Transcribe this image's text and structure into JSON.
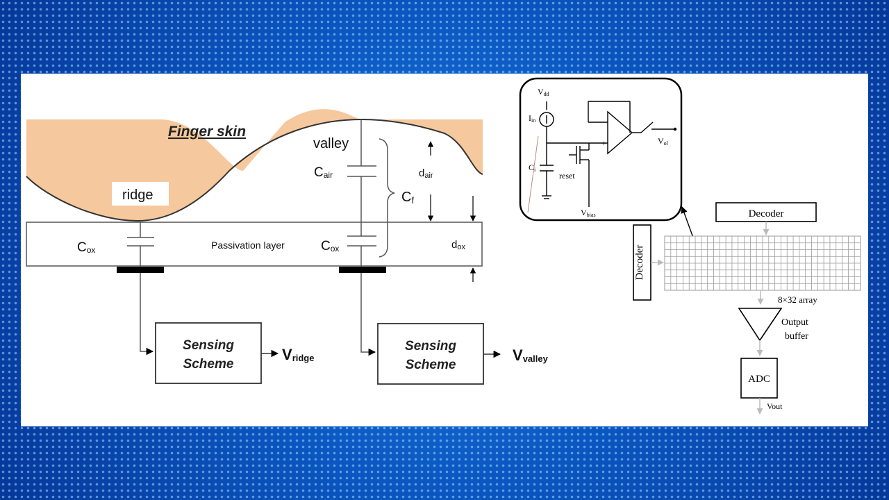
{
  "left_diagram": {
    "finger_skin_label": "Finger skin",
    "valley_label": "valley",
    "ridge_label": "ridge",
    "c_air_main": "C",
    "c_air_sub": "air",
    "c_f_main": "C",
    "c_f_sub": "f",
    "d_air_main": "d",
    "d_air_sub": "air",
    "c_ox_left_main": "C",
    "c_ox_left_sub": "ox",
    "c_ox_right_main": "C",
    "c_ox_right_sub": "ox",
    "d_ox_main": "d",
    "d_ox_sub": "ox",
    "passivation_label": "Passivation layer",
    "sensing_left_line1": "Sensing",
    "sensing_left_line2": "Scheme",
    "sensing_right_line1": "Sensing",
    "sensing_right_line2": "Scheme",
    "v_ridge_main": "V",
    "v_ridge_sub": "ridge",
    "v_valley_main": "V",
    "v_valley_sub": "valley",
    "skin_color": "#f6c89d"
  },
  "right_diagram": {
    "vdd_main": "V",
    "vdd_sub": "dd",
    "i_main": "I",
    "i_sub": "in",
    "c_main": "C",
    "c_sub": "i",
    "reset_label": "reset",
    "vbias_main": "V",
    "vbias_sub": "bias",
    "vout_pixel_main": "V",
    "vout_pixel_sub": "ol",
    "decoder_top": "Decoder",
    "decoder_left": "Decoder",
    "array_label": "8×32 array",
    "buffer_line1": "Output",
    "buffer_line2": "buffer",
    "adc_label": "ADC",
    "vout_label": "Vout",
    "grid_color": "#9a9a9a"
  }
}
